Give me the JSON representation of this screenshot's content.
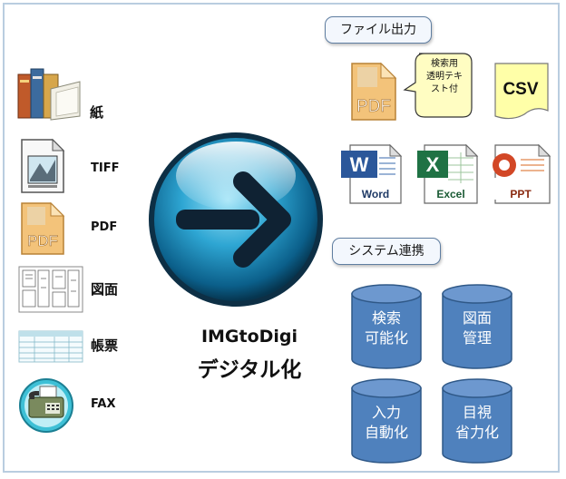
{
  "inputs": [
    {
      "label": "紙",
      "icon": "paper-books-icon"
    },
    {
      "label": "TIFF",
      "icon": "tiff-file-icon"
    },
    {
      "label": "PDF",
      "icon": "pdf-file-icon"
    },
    {
      "label": "図面",
      "icon": "drawing-icon"
    },
    {
      "label": "帳票",
      "icon": "form-icon"
    },
    {
      "label": "FAX",
      "icon": "fax-icon"
    }
  ],
  "center": {
    "line1": "IMGtoDigi",
    "line2": "デジタル化",
    "icon": "arrow-right-icon"
  },
  "file_output": {
    "title": "ファイル出力",
    "callout": [
      "検索用",
      "透明テキ",
      "スト付"
    ],
    "pdf_label": "PDF",
    "csv_label": "CSV",
    "word_label": "Word",
    "excel_label": "Excel",
    "ppt_label": "PPT"
  },
  "system": {
    "title": "システム連携",
    "cylinders": [
      {
        "line1": "検索",
        "line2": "可能化"
      },
      {
        "line1": "図面",
        "line2": "管理"
      },
      {
        "line1": "入力",
        "line2": "自動化"
      },
      {
        "line1": "目視",
        "line2": "省力化"
      }
    ]
  },
  "colors": {
    "frame": "#b9cde0",
    "cylinder": "#4f81bd",
    "orb": "#1d7fb0"
  }
}
